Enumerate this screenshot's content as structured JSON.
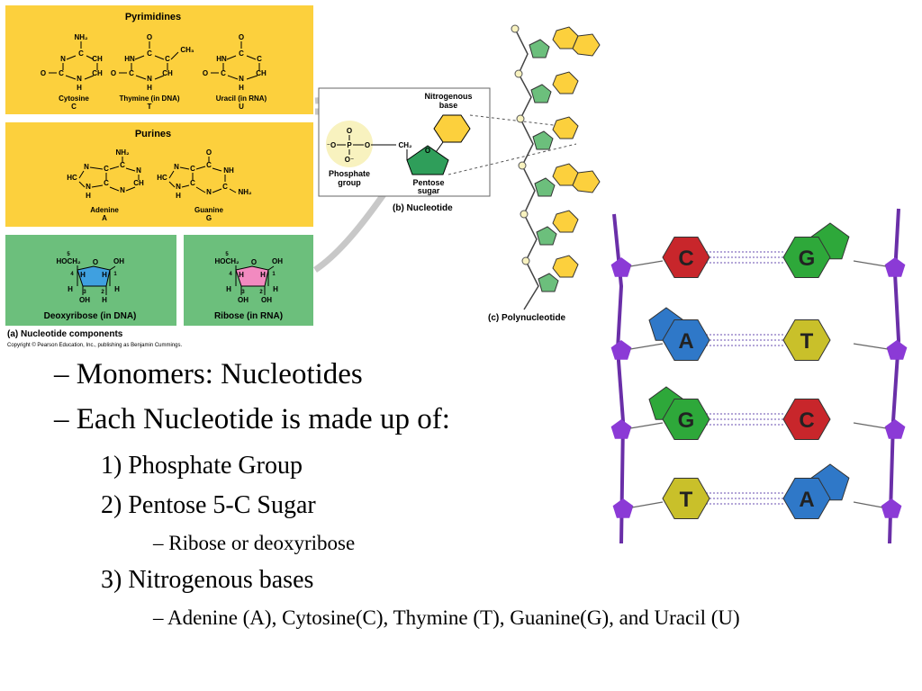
{
  "figure": {
    "pyrimidines": {
      "title": "Pyrimidines",
      "items": [
        {
          "name": "Cytosine",
          "letter": "C"
        },
        {
          "name": "Thymine (in DNA)",
          "letter": "T"
        },
        {
          "name": "Uracil (in RNA)",
          "letter": "U"
        }
      ]
    },
    "purines": {
      "title": "Purines",
      "items": [
        {
          "name": "Adenine",
          "letter": "A"
        },
        {
          "name": "Guanine",
          "letter": "G"
        }
      ]
    },
    "sugars": {
      "deoxyribose": "Deoxyribose (in DNA)",
      "ribose": "Ribose (in RNA)"
    },
    "nucleotide": {
      "nitrogenous_base": [
        "Nitrogenous",
        "base"
      ],
      "phosphate": [
        "Phosphate",
        "group"
      ],
      "pentose": [
        "Pentose",
        "sugar"
      ],
      "caption": "(b) Nucleotide"
    },
    "chem": {
      "nh2": "NH₂",
      "ch3": "CH₃",
      "hoch2": "HOCH₂",
      "ch2": "CH₂",
      "oh": "OH",
      "o": "O",
      "h": "H",
      "n": "N",
      "c": "C",
      "ch": "CH",
      "hn": "HN",
      "nh": "NH",
      "hc": "HC",
      "p": "P",
      "minus_o": "⁻O",
      "o_minus": "O⁻",
      "num5": "5",
      "num4": "4",
      "num3": "3",
      "num2": "2",
      "num1": "1"
    },
    "polynucleotide_caption": "(c) Polynucleotide",
    "components_caption": "(a) Nucleotide components",
    "copyright": "Copyright © Pearson Education, Inc., publishing as Benjamin Cummings."
  },
  "bullets": {
    "l1": "– Monomers: Nucleotides",
    "l2": "– Each Nucleotide is made up of:",
    "l3": "1) Phosphate Group",
    "l4": "2) Pentose 5-C Sugar",
    "l5": "– Ribose or deoxyribose",
    "l6": "3) Nitrogenous bases",
    "l7": "– Adenine (A), Cytosine(C), Thymine (T), Guanine(G), and Uracil (U)"
  },
  "dna_ladder": {
    "pairs": [
      {
        "left": "C",
        "right": "G"
      },
      {
        "left": "A",
        "right": "T"
      },
      {
        "left": "G",
        "right": "C"
      },
      {
        "left": "T",
        "right": "A"
      }
    ],
    "colors": {
      "C": "#c8262b",
      "G": "#2ea83a",
      "A": "#2f78c8",
      "T": "#c9c02a",
      "backbone": "#6a2fa8",
      "node": "#8b3ad6"
    }
  },
  "colors": {
    "panel_yellow": "#fcd03d",
    "panel_green": "#6cbf7c",
    "ribose_pink": "#f28ac0",
    "deoxy_blue": "#3fa0e0"
  }
}
